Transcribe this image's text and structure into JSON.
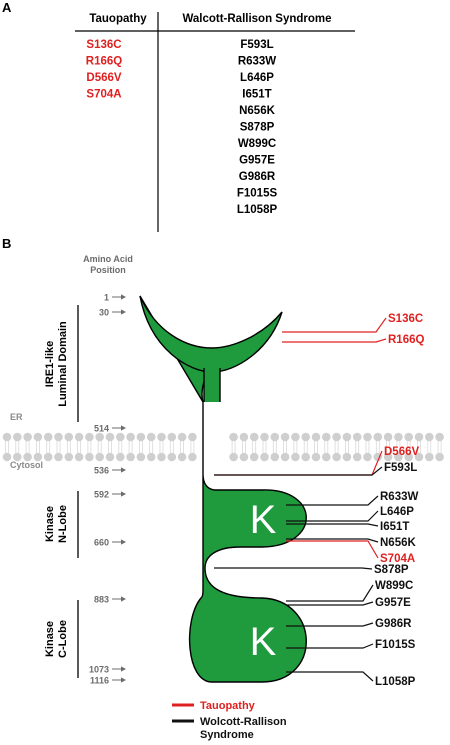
{
  "panel_a": {
    "letter": "A",
    "header_left": "Tauopathy",
    "header_right": "Walcott-Rallison Syndrome",
    "tauopathy": [
      "S136C",
      "R166Q",
      "D566V",
      "S704A"
    ],
    "wrs": [
      "F593L",
      "R633W",
      "L646P",
      "I651T",
      "N656K",
      "S878P",
      "W899C",
      "G957E",
      "G986R",
      "F1015S",
      "L1058P"
    ]
  },
  "panel_b": {
    "letter": "B",
    "position_header": [
      "Amino Acid",
      "Position"
    ],
    "positions": [
      "1",
      "30",
      "514",
      "536",
      "592",
      "660",
      "883",
      "1073",
      "1116"
    ],
    "domains": {
      "luminal": [
        "IRE1-like",
        "Luminal Domain"
      ],
      "nlobe": [
        "Kinase",
        "N-Lobe"
      ],
      "clobe": [
        "Kinase",
        "C-Lobe"
      ]
    },
    "membrane": {
      "er": "ER",
      "cytosol": "Cytosol"
    },
    "kinase_glyph": "K",
    "mutations": [
      {
        "label": "S136C",
        "kind": "tauopathy"
      },
      {
        "label": "R166Q",
        "kind": "tauopathy"
      },
      {
        "label": "D566V",
        "kind": "tauopathy"
      },
      {
        "label": "F593L",
        "kind": "wrs"
      },
      {
        "label": "R633W",
        "kind": "wrs"
      },
      {
        "label": "L646P",
        "kind": "wrs"
      },
      {
        "label": "I651T",
        "kind": "wrs"
      },
      {
        "label": "N656K",
        "kind": "wrs"
      },
      {
        "label": "S704A",
        "kind": "tauopathy"
      },
      {
        "label": "S878P",
        "kind": "wrs"
      },
      {
        "label": "W899C",
        "kind": "wrs"
      },
      {
        "label": "G957E",
        "kind": "wrs"
      },
      {
        "label": "G986R",
        "kind": "wrs"
      },
      {
        "label": "F1015S",
        "kind": "wrs"
      },
      {
        "label": "L1058P",
        "kind": "wrs"
      }
    ],
    "legend": {
      "tauopathy": "Tauopathy",
      "wrs": [
        "Wolcott-Rallison",
        "Syndrome"
      ]
    }
  },
  "colors": {
    "tauopathy": "#e02020",
    "wrs": "#111111",
    "protein": "#1f9a3d",
    "membrane": "#cfcfcf",
    "axis_label": "#6b6b6b"
  }
}
